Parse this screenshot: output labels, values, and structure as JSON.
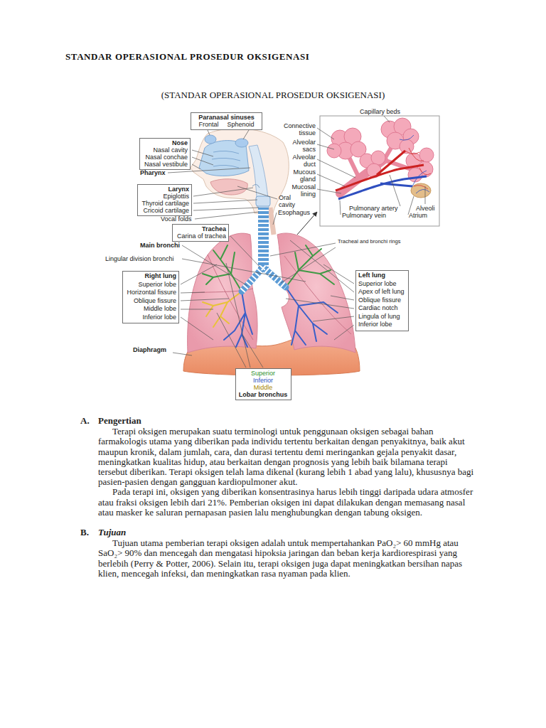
{
  "diagram": {
    "title": "STANDAR OPERASIONAL PROSEDUR OKSIGENASI",
    "nodes": [
      {
        "text": [
          "Paranasal sinuses",
          "Frontal",
          "Sphenoid"
        ]
      },
      {
        "text": [
          "Nose",
          "Nasal cavity",
          "Nasal conchae",
          "Nasal vestibule"
        ]
      },
      {
        "text": [
          "Larynx",
          "Epiglottis",
          "Thyroid cartilage",
          "Cricoid cartilage"
        ]
      },
      {
        "text": [
          "Trachea",
          "Carina of trachea"
        ]
      },
      {
        "text": [
          "Right lung",
          "Superior lobe",
          "Horizontal fissure",
          "Oblique fissure",
          "Middle lobe",
          "Inferior lobe"
        ]
      },
      {
        "text": [
          "Left lung",
          "Superior lobe",
          "Apex of left lung",
          "Oblique fissure",
          "Cardiac notch",
          "Lingula of lung",
          "Inferior lobe"
        ]
      },
      {
        "text": [
          "Superior",
          "Inferior",
          "Middle",
          "Lobar bronchus"
        ]
      }
    ],
    "labels": [
      "(STANDAR OPERASIONAL PROSEDUR OKSIGENASI)",
      "Capillary beds",
      "Connective tissue",
      "Alveolar sacs",
      "Alveolar duct",
      "Mucous gland",
      "Mucosal lining",
      "Pharynx",
      "Oral cavity",
      "Esophagus",
      "Vocal folds",
      "Main bronchi",
      "Lingular division bronchi",
      "Tracheal and bronchi rings",
      "Pulmonary artery",
      "Pulmonary vein",
      "Alveoli",
      "Atrium",
      "Diaphragm",
      "A.",
      "Pengertian",
      "Terapi oksigen merupakan suatu terminologi untuk penggunaan oksigen sebagai bahan farmakologis utama yang diberikan pada individu tertentu berkaitan dengan penyakitnya, baik akut maupun kronik, dalam jumlah, cara, dan durasi tertentu demi meringankan gejala penyakit dasar, meningkatkan kualitas hidup, atau berkaitan dengan prognosis yang lebih baik bilamana terapi tersebut diberikan. Terapi oksigen telah lama dikenal (kurang lebih 1 abad yang lalu), khususnya bagi pasien-pasien dengan gangguan kardiopulmoner akut.",
      "Pada terapi ini, oksigen yang diberikan konsentrasinya harus lebih tinggi daripada udara atmosfer atau fraksi oksigen lebih dari 21%. Pemberian oksigen ini dapat dilakukan dengan memasang nasal atau masker ke saluran pernapasan pasien lalu menghubungkan dengan tabung oksigen.",
      "B.",
      "Tujuan",
      "Tujuan utama pemberian terapi oksigen adalah untuk mempertahankan PaO₂> 60 mmHg atau SaO₂> 90% dan mencegah dan mengatasi hipoksia jaringan dan beban kerja kardiorespirasi yang berlebih (Perry & Potter, 2006).   Selain itu, terapi oksigen juga dapat meningkatkan bersihan napas klien, mencegah infeksi, dan meningkatkan rasa nyaman pada klien."
    ]
  }
}
